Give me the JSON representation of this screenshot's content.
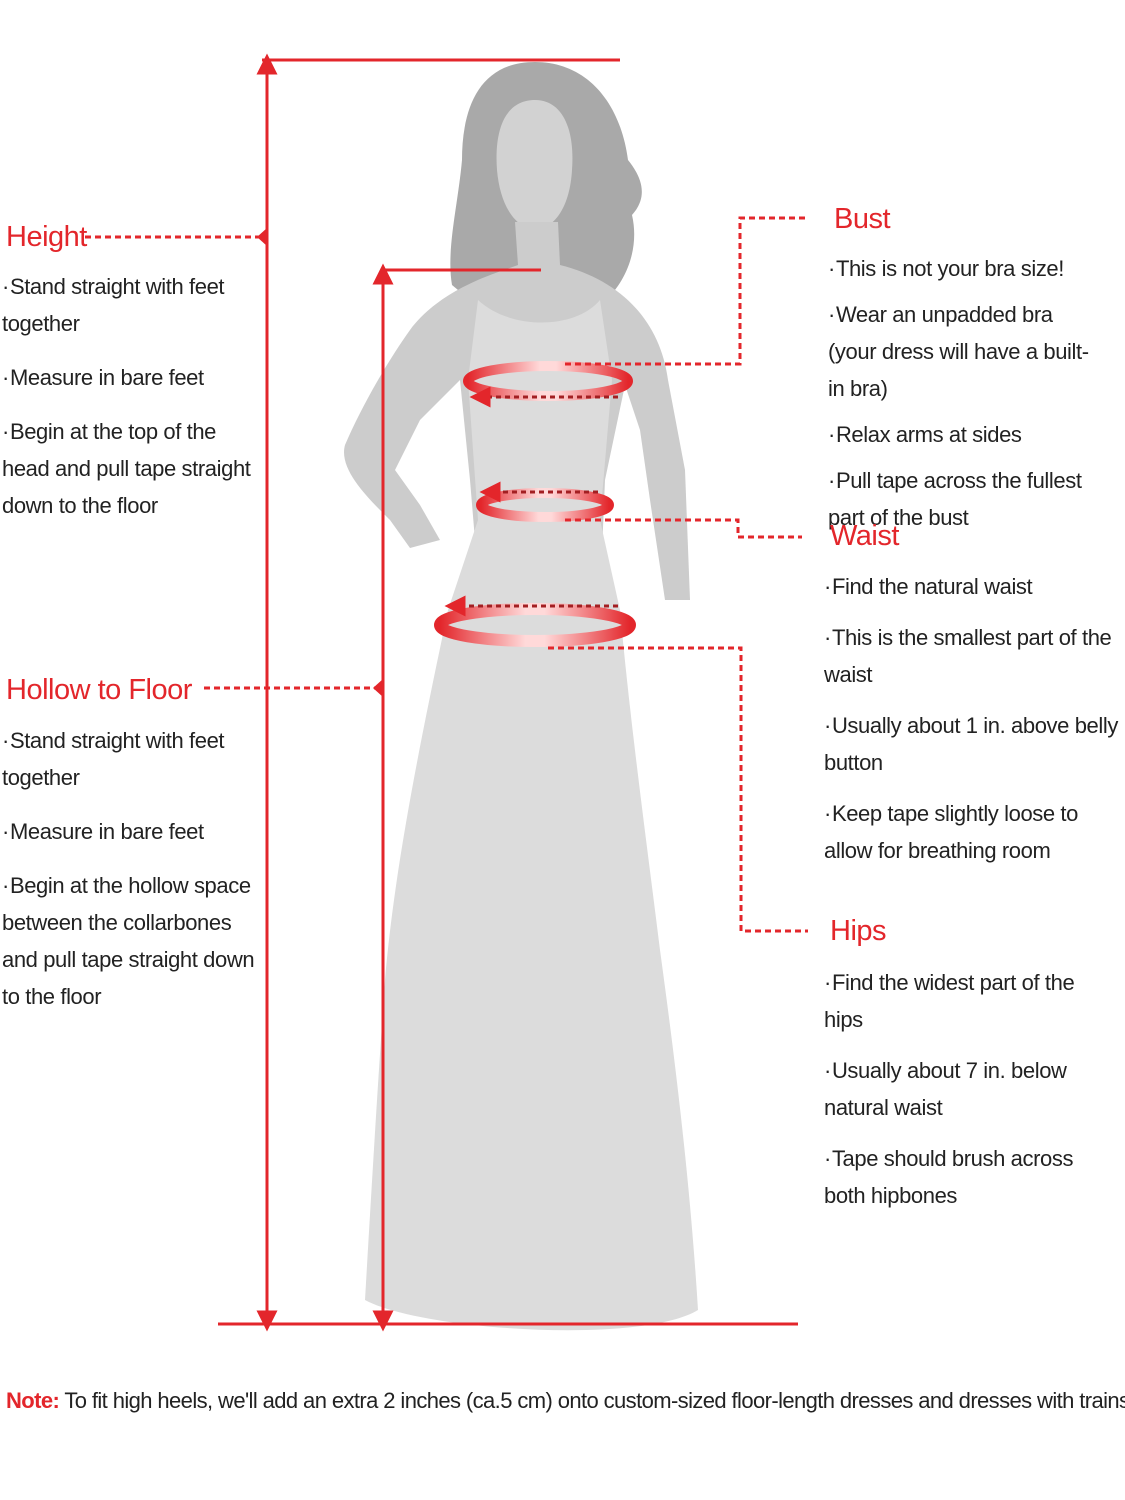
{
  "colors": {
    "accent": "#e3262b",
    "silhouette": "#c9c9c9",
    "dress": "#dedede",
    "text": "#222222"
  },
  "height": {
    "title": "Height",
    "bullets": [
      "Stand straight with feet together",
      "Measure in bare feet",
      "Begin at the top of the head and pull tape straight down to the floor"
    ]
  },
  "hollow": {
    "title": "Hollow to Floor",
    "bullets": [
      "Stand straight with feet together",
      "Measure in bare feet",
      "Begin at the hollow space between the collarbones and pull tape straight down to the floor"
    ]
  },
  "bust": {
    "title": "Bust",
    "bullets": [
      "This is not your bra size!",
      "Wear an unpadded bra (your dress will have a built-in bra)",
      "Relax arms at sides",
      "Pull tape across the fullest part of the bust"
    ]
  },
  "waist": {
    "title": "Waist",
    "bullets": [
      "Find the natural waist",
      "This is the smallest part of the waist",
      "Usually about 1 in. above belly button",
      "Keep tape slightly loose to allow for breathing room"
    ]
  },
  "hips": {
    "title": "Hips",
    "bullets": [
      "Find the widest part of the hips",
      "Usually about 7 in. below natural waist",
      "Tape should brush across both hipbones"
    ]
  },
  "note": {
    "label": "Note:",
    "text": " To fit high heels, we'll add an extra 2 inches (ca.5 cm) onto custom-sized floor-length dresses and dresses with trains"
  }
}
